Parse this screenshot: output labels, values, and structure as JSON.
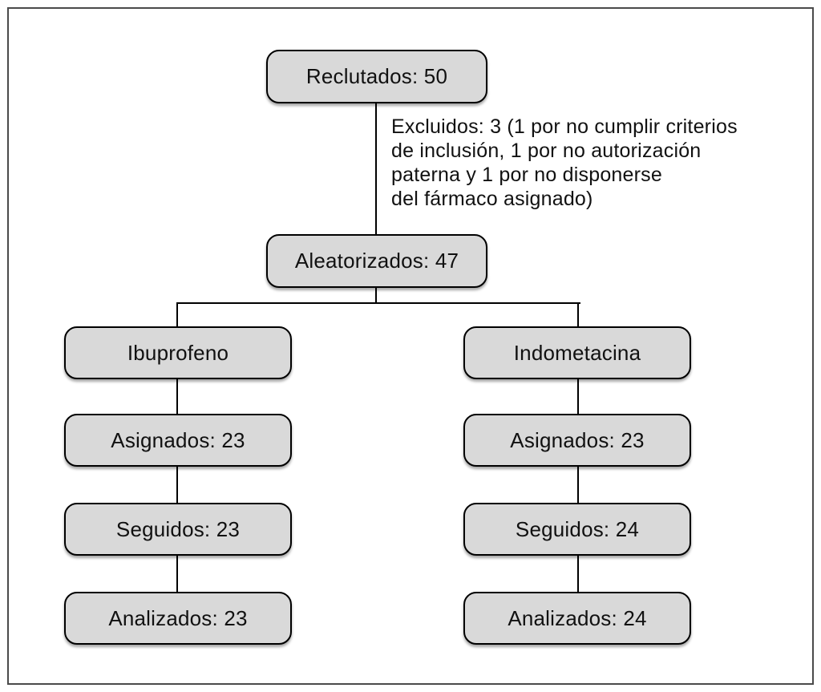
{
  "figure": {
    "kind": "trial-flow-diagram",
    "colors": {
      "background": "#ffffff",
      "frame": "#4a4a4a",
      "box_fill": "#d9d9d9",
      "box_border": "#000000",
      "line": "#000000"
    }
  },
  "nodes": {
    "recruited": "Reclutados: 50",
    "randomized": "Aleatorizados: 47",
    "left": {
      "title": "Ibuprofeno",
      "assigned": "Asignados: 23",
      "followed": "Seguidos: 23",
      "analyzed": "Analizados: 23"
    },
    "right": {
      "title": "Indometacina",
      "assigned": "Asignados: 23",
      "followed": "Seguidos: 24",
      "analyzed": "Analizados: 24"
    }
  },
  "exclusion_note": {
    "lines": [
      "Excluidos: 3 (1 por no cumplir criterios",
      "de inclusión, 1 por no autorización",
      "paterna y 1 por no disponerse",
      "del fármaco asignado)"
    ]
  }
}
